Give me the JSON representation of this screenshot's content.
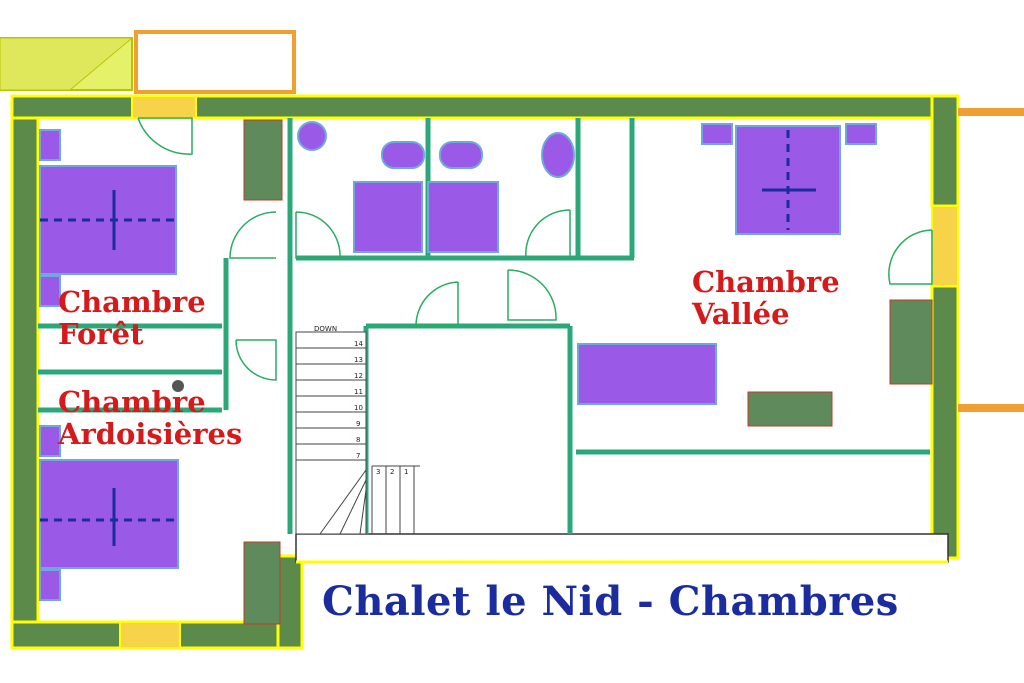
{
  "title": "Chalet le Nid - Chambres",
  "rooms": [
    {
      "id": "foret",
      "line1": "Chambre",
      "line2": "Forêt"
    },
    {
      "id": "ardoisieres",
      "line1": "Chambre",
      "line2": "Ardoisières"
    },
    {
      "id": "vallee",
      "line1": "Chambre",
      "line2": "Vallée"
    }
  ],
  "stair": {
    "direction_label": "DOWN",
    "steps": [
      "14",
      "13",
      "12",
      "11",
      "10",
      "9",
      "8",
      "7",
      "3",
      "2",
      "1"
    ]
  },
  "colors": {
    "wall_fill": "#5c8a4a",
    "wall_outline": "#ffff00",
    "furniture": "#9b59e8",
    "cabinet": "#5e8a5c",
    "partition": "#2aa87a",
    "door": "#27ae60",
    "label": "#d41a1a",
    "title": "#1a2c9e"
  }
}
